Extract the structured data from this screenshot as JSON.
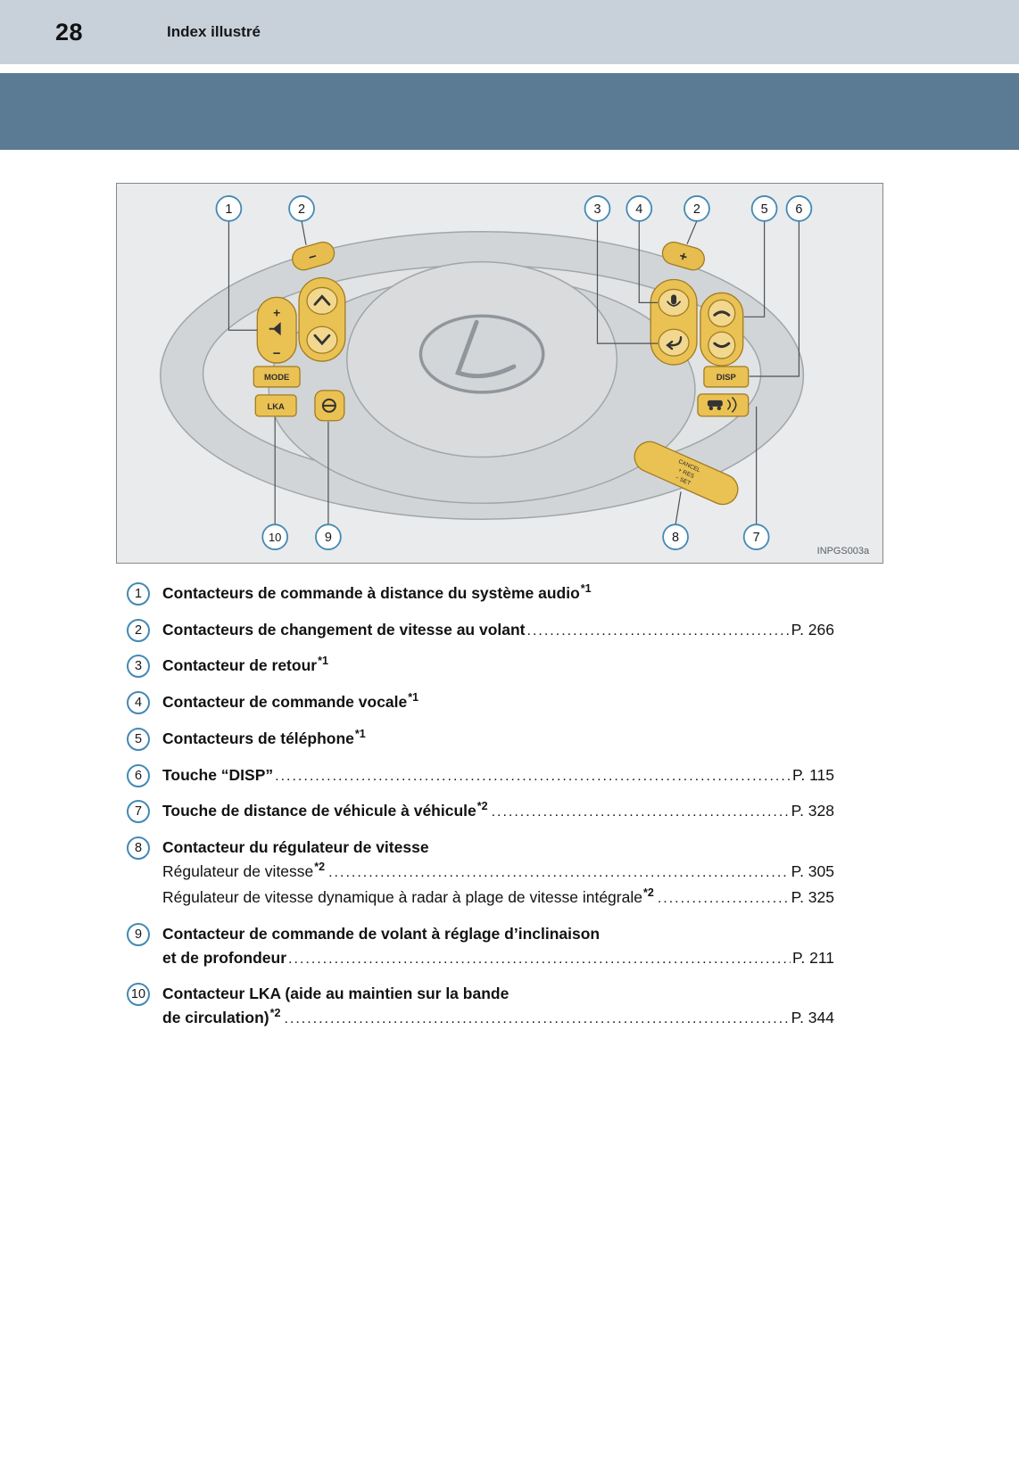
{
  "header": {
    "page_number": "28",
    "title": "Index illustré"
  },
  "figure": {
    "code": "INPGS003a",
    "buttons": {
      "mode": "MODE",
      "lka": "LKA",
      "disp": "DISP",
      "paddle_left": "−",
      "paddle_right": "+",
      "volume_plus": "+",
      "volume_minus": "−",
      "stalk_line1": "CANCEL",
      "stalk_line2": "+ RES",
      "stalk_line3": "− SET"
    },
    "callouts_top": [
      {
        "label": "1"
      },
      {
        "label": "2"
      },
      {
        "label": "3"
      },
      {
        "label": "4"
      },
      {
        "label": "2"
      },
      {
        "label": "5"
      },
      {
        "label": "6"
      }
    ],
    "callouts_bottom": [
      {
        "label": "10"
      },
      {
        "label": "9"
      },
      {
        "label": "8"
      },
      {
        "label": "7"
      }
    ]
  },
  "leader": "......................................................................................................................................................",
  "items": [
    {
      "num": "1",
      "rows": [
        {
          "text": "Contacteurs de commande à distance du système audio",
          "sup": "*1"
        }
      ]
    },
    {
      "num": "2",
      "rows": [
        {
          "text": "Contacteurs de changement de vitesse au volant",
          "page": "P. 266"
        }
      ]
    },
    {
      "num": "3",
      "rows": [
        {
          "text": "Contacteur de retour",
          "sup": "*1"
        }
      ]
    },
    {
      "num": "4",
      "rows": [
        {
          "text": "Contacteur de commande vocale",
          "sup": "*1"
        }
      ]
    },
    {
      "num": "5",
      "rows": [
        {
          "text": "Contacteurs de téléphone",
          "sup": "*1"
        }
      ]
    },
    {
      "num": "6",
      "rows": [
        {
          "text": "Touche “DISP”",
          "page": "P. 115"
        }
      ]
    },
    {
      "num": "7",
      "rows": [
        {
          "text": "Touche de distance de véhicule à véhicule",
          "sup": "*2",
          "page": "P. 328"
        }
      ]
    },
    {
      "num": "8",
      "rows": [
        {
          "text": "Contacteur du régulateur de vitesse"
        },
        {
          "text": "Régulateur de vitesse",
          "sup": "*2",
          "page": "P. 305"
        },
        {
          "text": "Régulateur de vitesse dynamique à radar à plage de vitesse intégrale",
          "sup": "*2",
          "page": "P. 325"
        }
      ]
    },
    {
      "num": "9",
      "rows": [
        {
          "text": "Contacteur de commande de volant à réglage d’inclinaison"
        },
        {
          "text": "et de profondeur",
          "page": "P. 211"
        }
      ]
    },
    {
      "num": "10",
      "rows": [
        {
          "text": "Contacteur LKA (aide au maintien sur la bande"
        },
        {
          "text": "de circulation)",
          "sup": "*2",
          "page": "P. 344"
        }
      ]
    }
  ]
}
